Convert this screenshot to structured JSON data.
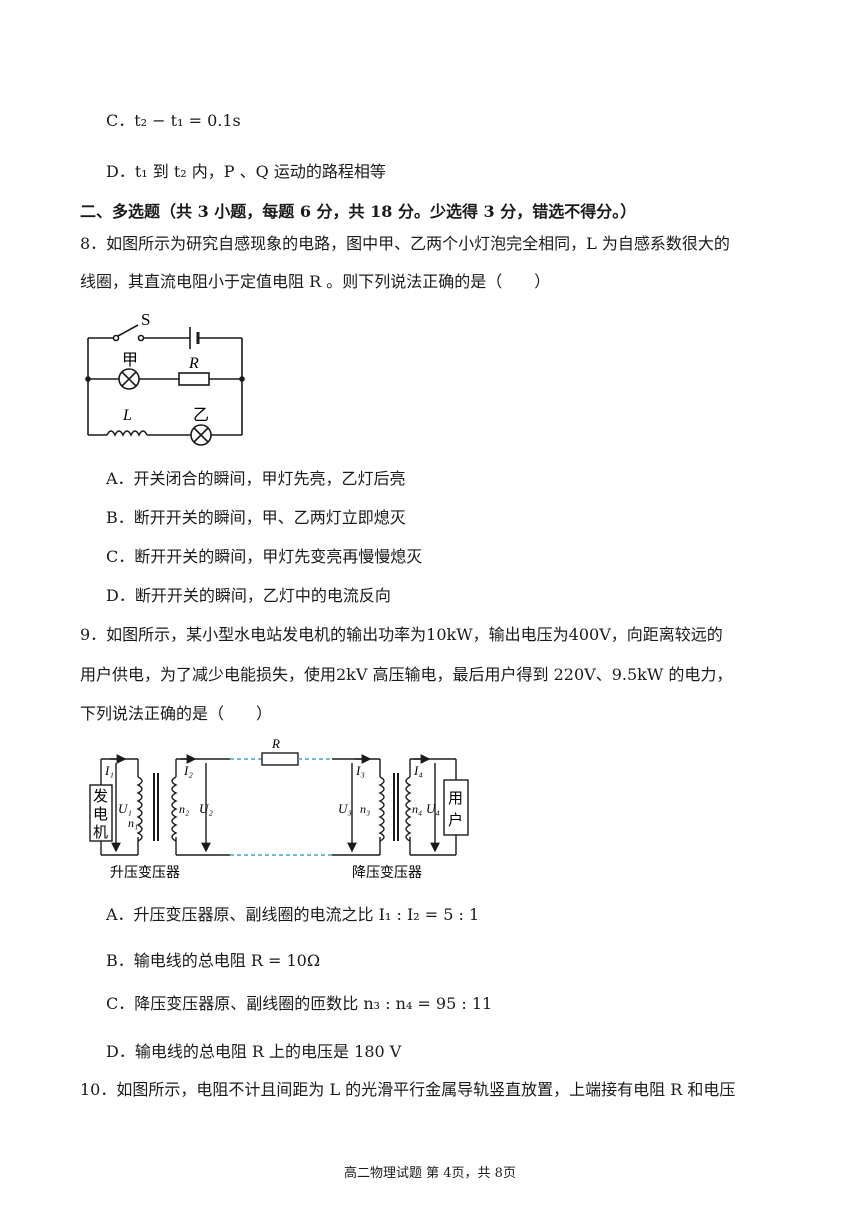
{
  "lines": {
    "optC_prev": "C．t₂ − t₁ = 0.1s",
    "optD_prev": "D．t₁ 到 t₂ 内，P 、Q 运动的路程相等",
    "section2": "二、多选题（共 3 小题，每题 6 分，共 18 分。少选得 3 分，错选不得分。）",
    "q8_l1": "8．如图所示为研究自感现象的电路，图中甲、乙两个小灯泡完全相同，L 为自感系数很大的",
    "q8_l2": "线圈，其直流电阻小于定值电阻 R 。则下列说法正确的是（　　）",
    "q8_A": "A．开关闭合的瞬间，甲灯先亮，乙灯后亮",
    "q8_B": "B．断开开关的瞬间，甲、乙两灯立即熄灭",
    "q8_C": "C．断开开关的瞬间，甲灯先变亮再慢慢熄灭",
    "q8_D": "D．断开开关的瞬间，乙灯中的电流反向",
    "q9_l1": "9．如图所示，某小型水电站发电机的输出功率为10kW，输出电压为400V，向距离较远的",
    "q9_l2": "用户供电，为了减少电能损失，使用2kV 高压输电，最后用户得到 220V、9.5kW 的电力，",
    "q9_l3": "下列说法正确的是（　　）",
    "q9_A": "A．升压变压器原、副线圈的电流之比 I₁ : I₂ = 5 : 1",
    "q9_B": "B．输电线的总电阻 R = 10Ω",
    "q9_C": "C．降压变压器原、副线圈的匝数比 n₃ : n₄ = 95 : 11",
    "q9_D": "D．输电线的总电阻 R 上的电压是 180 V",
    "q10_l1": "10．如图所示，电阻不计且间距为 L 的光滑平行金属导轨竖直放置，上端接有电阻 R 和电压"
  },
  "fig8": {
    "switch_label": "S",
    "lamp1_label": "甲",
    "resistor_label": "R",
    "coil_label": "L",
    "lamp2_label": "乙"
  },
  "fig9": {
    "R": "R",
    "I1": "I₁",
    "I2": "I₂",
    "I3": "I₃",
    "I4": "I₄",
    "U1": "U₁",
    "U2": "U₂",
    "U3": "U₃",
    "U4": "U₄",
    "n1": "n₁",
    "n2": "n₂",
    "n3": "n₃",
    "n4": "n₄",
    "generator": [
      "发",
      "电",
      "机"
    ],
    "user": [
      "用",
      "户"
    ],
    "step_up": "升压变压器",
    "step_down": "降压变压器"
  },
  "footer": "高二物理试题 第 4页，共 8页"
}
